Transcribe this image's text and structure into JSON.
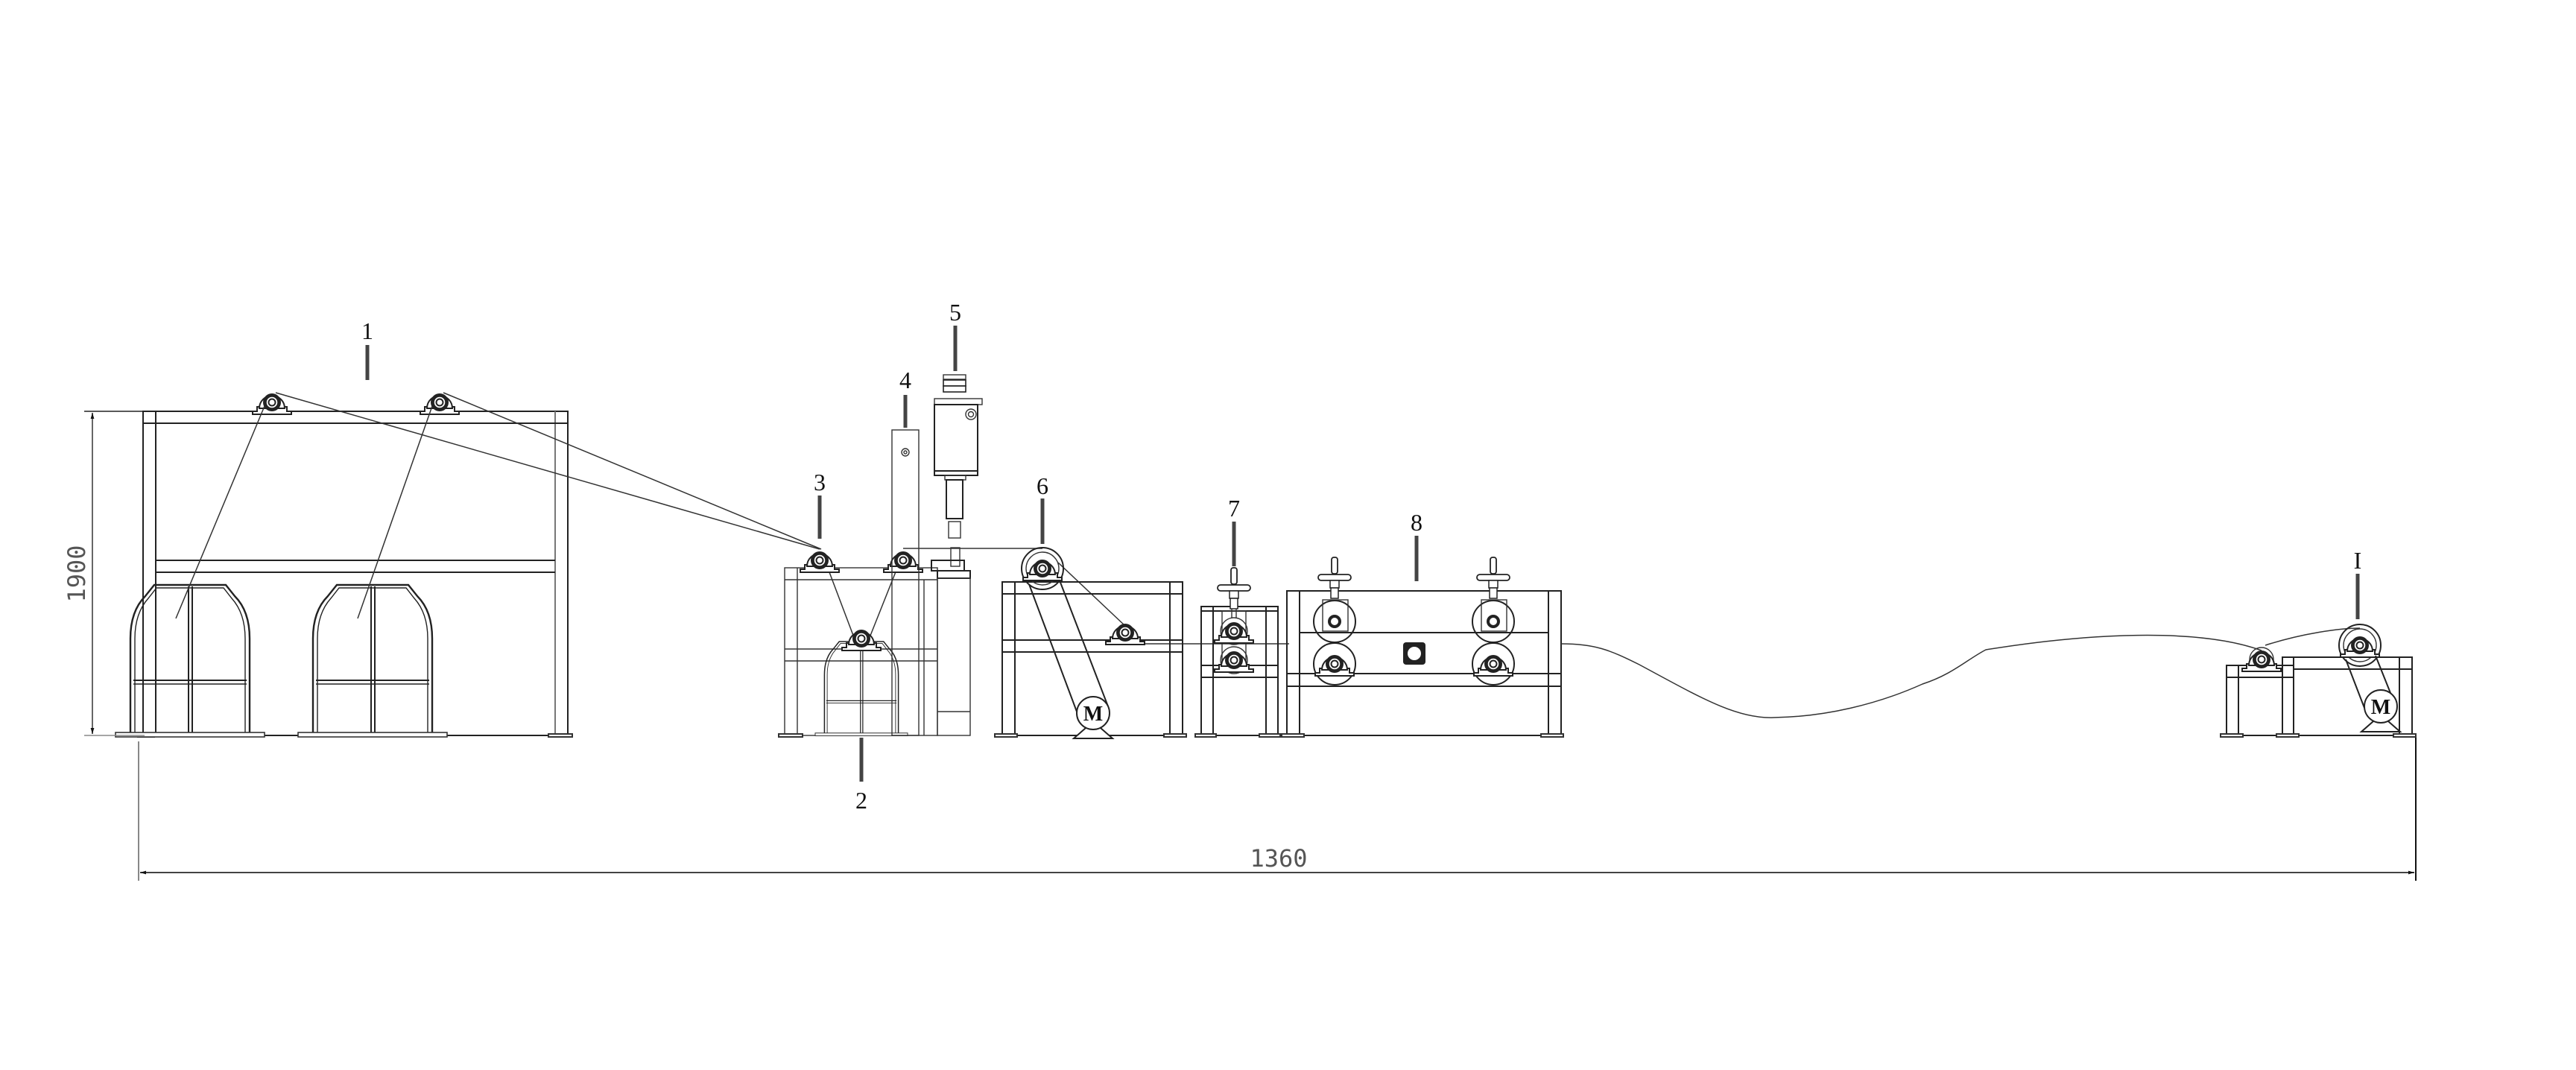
{
  "diagram": {
    "type": "equipment-layout-elevation",
    "background": "#ffffff",
    "line_color": "#222222",
    "dimension_color": "#555555"
  },
  "labels": {
    "item_1": "1",
    "item_2": "2",
    "item_3": "3",
    "item_4": "4",
    "item_5": "5",
    "item_6": "6",
    "item_7": "7",
    "item_8": "8",
    "item_I": "I"
  },
  "motors": {
    "motor_6": "M",
    "motor_I": "M"
  },
  "dimensions": {
    "height": "1900",
    "length": "1360"
  },
  "icons": {
    "roller": "pillow-block-roller",
    "motor": "motor-circle-M",
    "handwheel": "handwheel",
    "spool_cage": "spool-cage",
    "dimension_arrow": "arrowhead"
  }
}
